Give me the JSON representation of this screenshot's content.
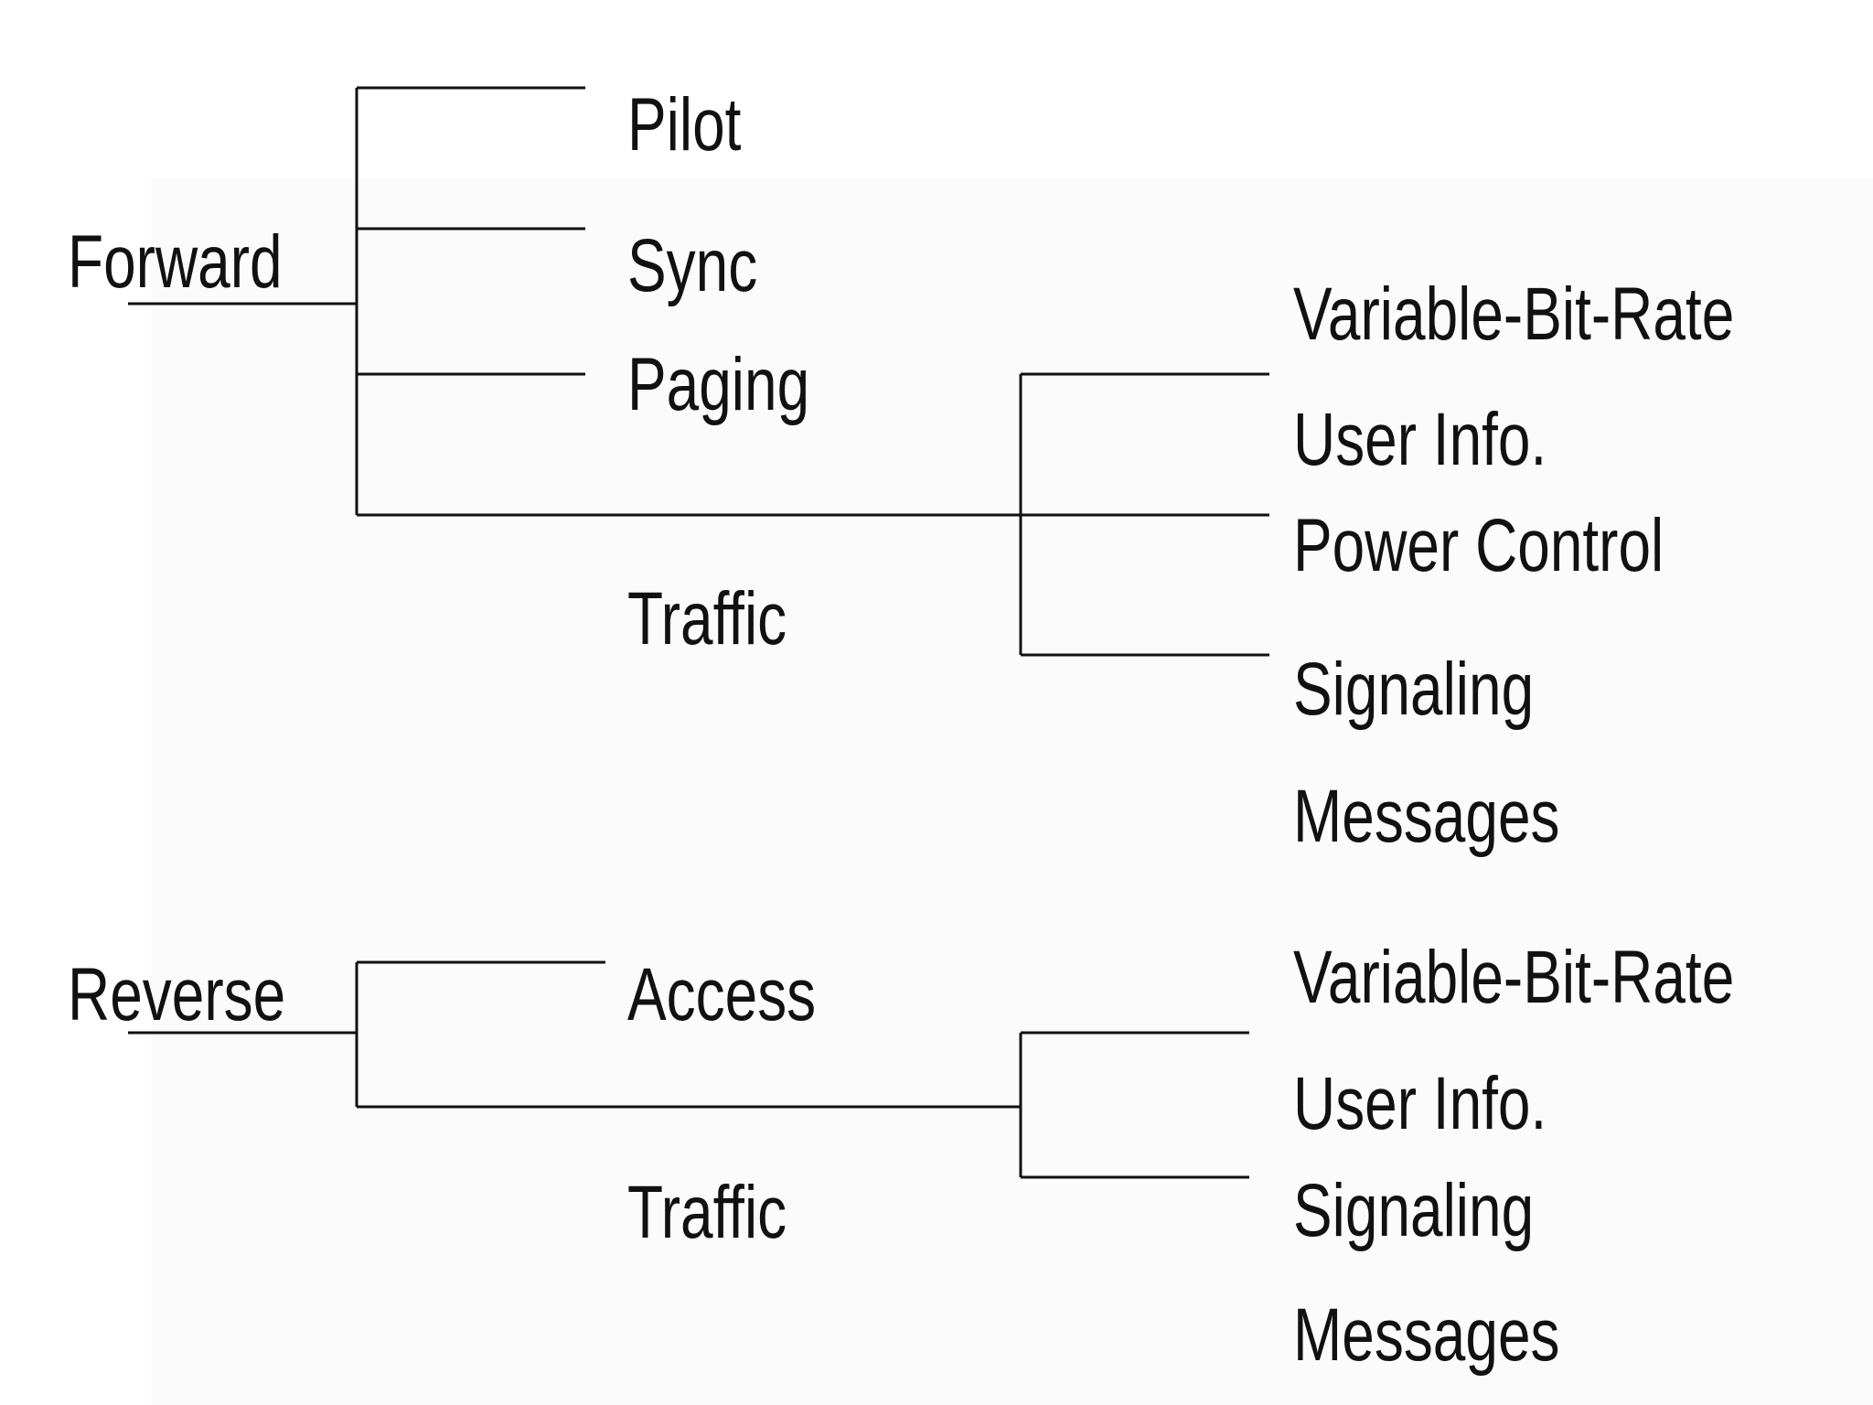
{
  "forward": {
    "label": "Forward",
    "channels": {
      "pilot": "Pilot",
      "sync": "Sync",
      "paging": "Paging",
      "traffic": "Traffic"
    },
    "traffic_subchannels": {
      "vbr_line1": "Variable-Bit-Rate",
      "vbr_line2": "User Info.",
      "power_control": "Power Control",
      "signaling_line1": "Signaling",
      "signaling_line2": "Messages"
    }
  },
  "reverse": {
    "label": "Reverse",
    "channels": {
      "access": "Access",
      "traffic": "Traffic"
    },
    "traffic_subchannels": {
      "vbr_line1": "Variable-Bit-Rate",
      "vbr_line2": "User Info.",
      "signaling_line1": "Signaling",
      "signaling_line2": "Messages"
    }
  }
}
